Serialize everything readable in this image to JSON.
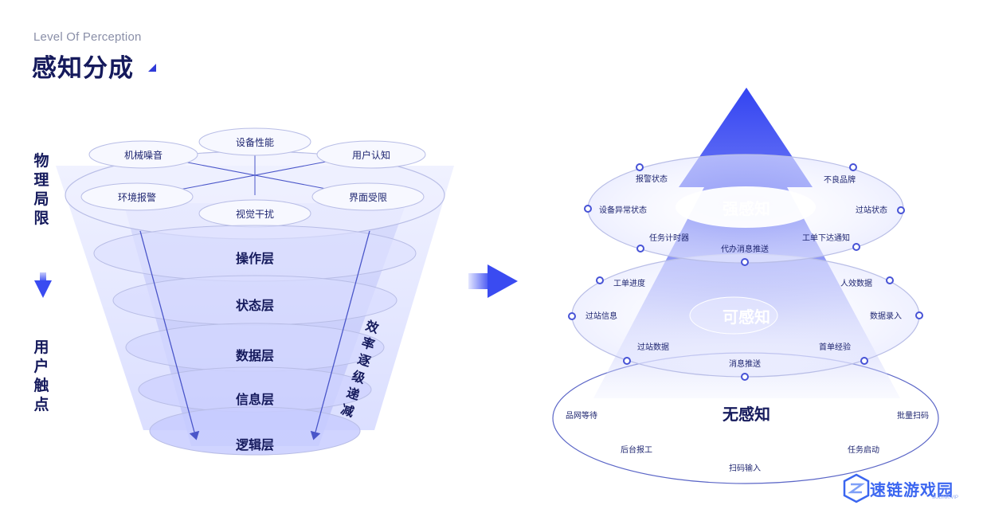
{
  "header": {
    "subtitle": "Level Of Perception",
    "title": "感知分成"
  },
  "left": {
    "top_label": "物理局限",
    "bottom_label": "用户触点",
    "top_items": [
      "设备性能",
      "机械噪音",
      "用户认知",
      "环境报警",
      "界面受限",
      "视觉干扰"
    ],
    "layers": [
      "操作层",
      "状态层",
      "数据层",
      "信息层",
      "逻辑层"
    ],
    "side_label": "效率逐级递减"
  },
  "right": {
    "strong": {
      "title": "强感知",
      "items": [
        "报警状态",
        "不良品牌",
        "设备异常状态",
        "过站状态",
        "任务计时器",
        "代办消息推送",
        "工单下达通知"
      ]
    },
    "medium": {
      "title": "可感知",
      "items": [
        "工单进度",
        "人效数据",
        "过站信息",
        "数据录入",
        "过站数据",
        "首单经验",
        "消息推送"
      ]
    },
    "none": {
      "title": "无感知",
      "items": [
        "品网等待",
        "批量扫码",
        "后台报工",
        "任务启动",
        "扫码输入"
      ]
    }
  },
  "watermark": {
    "name": "速链游戏园",
    "sub": "SULINK.VIP"
  },
  "colors": {
    "accent": "#3f51f0",
    "dark_text": "#151a5c",
    "ring_stroke": "#b8bde6"
  }
}
